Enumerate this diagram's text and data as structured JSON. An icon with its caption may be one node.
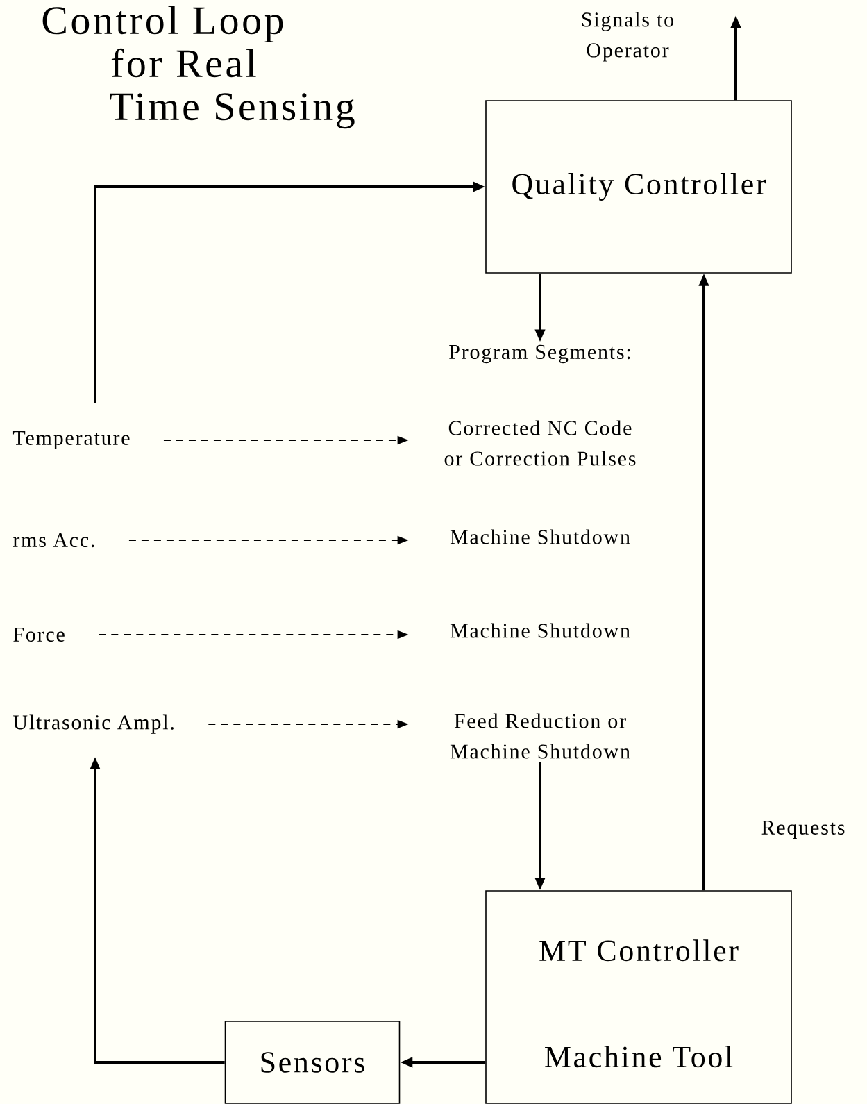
{
  "diagram": {
    "title": "Control Loop for Real Time Sensing",
    "nodes": [
      {
        "text": [
          "Quality Controller"
        ]
      },
      {
        "text": [
          "Program Segments:"
        ]
      },
      {
        "text": [
          "Temperature"
        ]
      },
      {
        "text": [
          "Corrected NC Code or Correction Pulses"
        ]
      },
      {
        "text": [
          "rms Acc."
        ]
      },
      {
        "text": [
          "Machine Shutdown"
        ]
      },
      {
        "text": [
          "Force"
        ]
      },
      {
        "text": [
          "Machine Shutdown"
        ]
      },
      {
        "text": [
          "Ultrasonic Ampl."
        ]
      },
      {
        "text": [
          "Feed Reduction or Machine Shutdown"
        ]
      },
      {
        "text": [
          "MT Controller",
          "Machine Tool"
        ]
      },
      {
        "text": [
          "Sensors"
        ]
      }
    ],
    "edges": [
      {
        "from": 0,
        "to": null,
        "arrow": "to",
        "label": "Signals to Operator"
      },
      {
        "from": 0,
        "to": 1,
        "arrow": "to"
      },
      {
        "from": 2,
        "to": 3,
        "arrow": "to",
        "style": "dashed"
      },
      {
        "from": 4,
        "to": 5,
        "arrow": "to",
        "style": "dashed"
      },
      {
        "from": 6,
        "to": 7,
        "arrow": "to",
        "style": "dashed"
      },
      {
        "from": 8,
        "to": 9,
        "arrow": "to",
        "style": "dashed"
      },
      {
        "from": 9,
        "to": 10,
        "arrow": "to"
      },
      {
        "from": 10,
        "to": 0,
        "arrow": "to",
        "label": "Requests"
      },
      {
        "from": 10,
        "to": 11,
        "arrow": "to"
      },
      {
        "from": 11,
        "to": null,
        "arrow": "to"
      },
      {
        "from": null,
        "to": 0,
        "arrow": "to"
      }
    ]
  }
}
